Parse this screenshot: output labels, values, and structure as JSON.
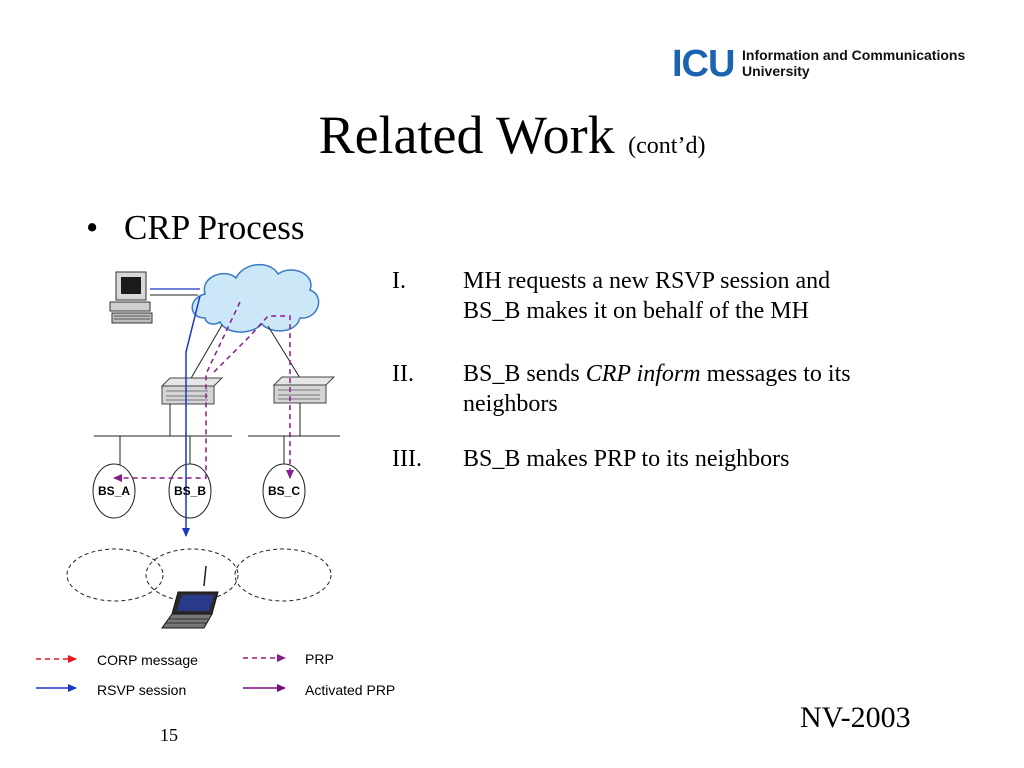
{
  "logo": {
    "mark": "ICU",
    "line1": "Information and Communications",
    "line2": "University"
  },
  "title": {
    "main": "Related Work",
    "sub": "(cont’d)"
  },
  "bullet": {
    "symbol": "•",
    "text": "CRP Process"
  },
  "steps": [
    {
      "num": "I.",
      "line1": "MH requests a new RSVP session and",
      "line2": "BS_B makes it on behalf of the MH"
    },
    {
      "num": "II.",
      "pre": "BS_B sends ",
      "italic": "CRP inform",
      "post": " messages to its",
      "line2": "neighbors"
    },
    {
      "num": "III.",
      "line1": "BS_B makes PRP to its neighbors"
    }
  ],
  "diagram": {
    "base_stations": [
      "BS_A",
      "BS_B",
      "BS_C"
    ],
    "icons": [
      "desktop-computer-icon",
      "cloud-icon",
      "router-icon",
      "router-icon",
      "laptop-icon"
    ]
  },
  "legend": {
    "corp_message": "CORP message",
    "prp": "PRP",
    "rsvp_session": "RSVP session",
    "activated_prp": "Activated PRP"
  },
  "colors": {
    "corp": "#e8141b",
    "rsvp": "#1a35c8",
    "prp": "#8b1a8b",
    "activated_prp": "#7a0a7a",
    "cloud_fill": "#cce8f8",
    "cloud_stroke": "#3a79c4",
    "logo_blue": "#1a63b0"
  },
  "footer": {
    "right": "NV-2003",
    "page": "15"
  }
}
